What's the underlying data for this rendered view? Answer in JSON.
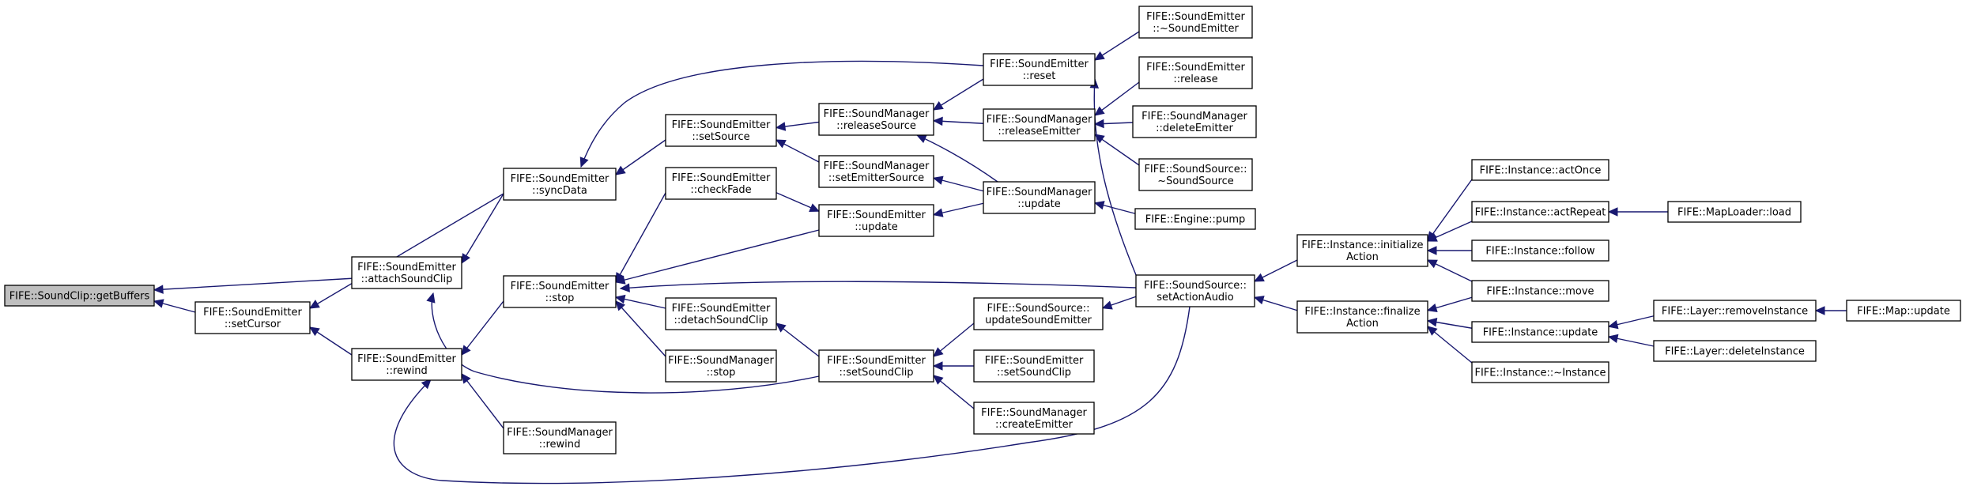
{
  "diagram": {
    "type": "call-graph",
    "colors": {
      "edge": "#191970",
      "root_fill": "#bfbfbf",
      "node_fill": "#ffffff",
      "node_stroke": "#000000"
    },
    "nodes": [
      {
        "id": "getBuffers",
        "lines": [
          "FIFE::SoundClip::getBuffers"
        ],
        "root": true
      },
      {
        "id": "setCursor",
        "lines": [
          "FIFE::SoundEmitter",
          "::setCursor"
        ]
      },
      {
        "id": "syncData",
        "lines": [
          "FIFE::SoundEmitter",
          "::syncData"
        ]
      },
      {
        "id": "attachSoundClip",
        "lines": [
          "FIFE::SoundEmitter",
          "::attachSoundClip"
        ]
      },
      {
        "id": "rewind",
        "lines": [
          "FIFE::SoundEmitter",
          "::rewind"
        ]
      },
      {
        "id": "setSource",
        "lines": [
          "FIFE::SoundEmitter",
          "::setSource"
        ]
      },
      {
        "id": "checkFade",
        "lines": [
          "FIFE::SoundEmitter",
          "::checkFade"
        ]
      },
      {
        "id": "stop",
        "lines": [
          "FIFE::SoundEmitter",
          "::stop"
        ]
      },
      {
        "id": "detachSoundClip",
        "lines": [
          "FIFE::SoundEmitter",
          "::detachSoundClip"
        ]
      },
      {
        "id": "smStop",
        "lines": [
          "FIFE::SoundManager",
          "::stop"
        ]
      },
      {
        "id": "smRewind",
        "lines": [
          "FIFE::SoundManager",
          "::rewind"
        ]
      },
      {
        "id": "releaseSource",
        "lines": [
          "FIFE::SoundManager",
          "::releaseSource"
        ]
      },
      {
        "id": "setEmitterSource",
        "lines": [
          "FIFE::SoundManager",
          "::setEmitterSource"
        ]
      },
      {
        "id": "seUpdate",
        "lines": [
          "FIFE::SoundEmitter",
          "::update"
        ]
      },
      {
        "id": "setSoundClip",
        "lines": [
          "FIFE::SoundEmitter",
          "::setSoundClip"
        ]
      },
      {
        "id": "reset",
        "lines": [
          "FIFE::SoundEmitter",
          "::reset"
        ]
      },
      {
        "id": "releaseEmitter",
        "lines": [
          "FIFE::SoundManager",
          "::releaseEmitter"
        ]
      },
      {
        "id": "smUpdate",
        "lines": [
          "FIFE::SoundManager",
          "::update"
        ]
      },
      {
        "id": "updateSoundEmitter",
        "lines": [
          "FIFE::SoundSource::",
          "updateSoundEmitter"
        ]
      },
      {
        "id": "seSetSoundClip",
        "lines": [
          "FIFE::SoundEmitter",
          "::setSoundClip"
        ]
      },
      {
        "id": "createEmitter",
        "lines": [
          "FIFE::SoundManager",
          "::createEmitter"
        ]
      },
      {
        "id": "seDestructor",
        "lines": [
          "FIFE::SoundEmitter",
          "::~SoundEmitter"
        ]
      },
      {
        "id": "seRelease",
        "lines": [
          "FIFE::SoundEmitter",
          "::release"
        ]
      },
      {
        "id": "deleteEmitter",
        "lines": [
          "FIFE::SoundManager",
          "::deleteEmitter"
        ]
      },
      {
        "id": "ssDestructor",
        "lines": [
          "FIFE::SoundSource::",
          "~SoundSource"
        ]
      },
      {
        "id": "enginePump",
        "lines": [
          "FIFE::Engine::pump"
        ]
      },
      {
        "id": "setActionAudio",
        "lines": [
          "FIFE::SoundSource::",
          "setActionAudio"
        ]
      },
      {
        "id": "initializeAction",
        "lines": [
          "FIFE::Instance::initialize",
          "Action"
        ]
      },
      {
        "id": "finalizeAction",
        "lines": [
          "FIFE::Instance::finalize",
          "Action"
        ]
      },
      {
        "id": "actOnce",
        "lines": [
          "FIFE::Instance::actOnce"
        ]
      },
      {
        "id": "actRepeat",
        "lines": [
          "FIFE::Instance::actRepeat"
        ]
      },
      {
        "id": "follow",
        "lines": [
          "FIFE::Instance::follow"
        ]
      },
      {
        "id": "move",
        "lines": [
          "FIFE::Instance::move"
        ]
      },
      {
        "id": "instUpdate",
        "lines": [
          "FIFE::Instance::update"
        ]
      },
      {
        "id": "instDestructor",
        "lines": [
          "FIFE::Instance::~Instance"
        ]
      },
      {
        "id": "mapLoaderLoad",
        "lines": [
          "FIFE::MapLoader::load"
        ]
      },
      {
        "id": "removeInstance",
        "lines": [
          "FIFE::Layer::removeInstance"
        ]
      },
      {
        "id": "deleteInstance",
        "lines": [
          "FIFE::Layer::deleteInstance"
        ]
      },
      {
        "id": "mapUpdate",
        "lines": [
          "FIFE::Map::update"
        ]
      }
    ],
    "edges": [
      {
        "from": "setCursor",
        "to": "getBuffers"
      },
      {
        "from": "attachSoundClip",
        "to": "getBuffers"
      },
      {
        "from": "syncData",
        "to": "setCursor"
      },
      {
        "from": "rewind",
        "to": "setCursor"
      },
      {
        "from": "setSource",
        "to": "syncData"
      },
      {
        "from": "reset",
        "to": "syncData"
      },
      {
        "from": "syncData",
        "to": "attachSoundClip"
      },
      {
        "from": "setSoundClip",
        "to": "attachSoundClip"
      },
      {
        "from": "stop",
        "to": "rewind"
      },
      {
        "from": "smRewind",
        "to": "rewind"
      },
      {
        "from": "setActionAudio",
        "to": "rewind"
      },
      {
        "from": "releaseSource",
        "to": "setSource"
      },
      {
        "from": "setEmitterSource",
        "to": "setSource"
      },
      {
        "from": "checkFade",
        "to": "stop"
      },
      {
        "from": "seUpdate",
        "to": "stop"
      },
      {
        "from": "setActionAudio",
        "to": "stop"
      },
      {
        "from": "detachSoundClip",
        "to": "stop"
      },
      {
        "from": "smStop",
        "to": "stop"
      },
      {
        "from": "releaseEmitter",
        "to": "releaseSource"
      },
      {
        "from": "reset",
        "to": "releaseSource"
      },
      {
        "from": "smUpdate",
        "to": "releaseSource"
      },
      {
        "from": "smUpdate",
        "to": "setEmitterSource"
      },
      {
        "from": "checkFade",
        "to": "seUpdate"
      },
      {
        "from": "smUpdate",
        "to": "seUpdate"
      },
      {
        "from": "setSoundClip",
        "to": "detachSoundClip"
      },
      {
        "from": "updateSoundEmitter",
        "to": "setSoundClip"
      },
      {
        "from": "seSetSoundClip",
        "to": "setSoundClip"
      },
      {
        "from": "createEmitter",
        "to": "setSoundClip"
      },
      {
        "from": "seDestructor",
        "to": "reset"
      },
      {
        "from": "setActionAudio",
        "to": "reset"
      },
      {
        "from": "seRelease",
        "to": "releaseEmitter"
      },
      {
        "from": "deleteEmitter",
        "to": "releaseEmitter"
      },
      {
        "from": "ssDestructor",
        "to": "releaseEmitter"
      },
      {
        "from": "enginePump",
        "to": "smUpdate"
      },
      {
        "from": "setActionAudio",
        "to": "updateSoundEmitter"
      },
      {
        "from": "initializeAction",
        "to": "setActionAudio"
      },
      {
        "from": "finalizeAction",
        "to": "setActionAudio"
      },
      {
        "from": "actOnce",
        "to": "initializeAction"
      },
      {
        "from": "actRepeat",
        "to": "initializeAction"
      },
      {
        "from": "follow",
        "to": "initializeAction"
      },
      {
        "from": "move",
        "to": "initializeAction"
      },
      {
        "from": "move",
        "to": "finalizeAction"
      },
      {
        "from": "instUpdate",
        "to": "finalizeAction"
      },
      {
        "from": "instDestructor",
        "to": "finalizeAction"
      },
      {
        "from": "mapLoaderLoad",
        "to": "actRepeat"
      },
      {
        "from": "removeInstance",
        "to": "instUpdate"
      },
      {
        "from": "deleteInstance",
        "to": "instUpdate"
      },
      {
        "from": "mapUpdate",
        "to": "removeInstance"
      }
    ]
  }
}
